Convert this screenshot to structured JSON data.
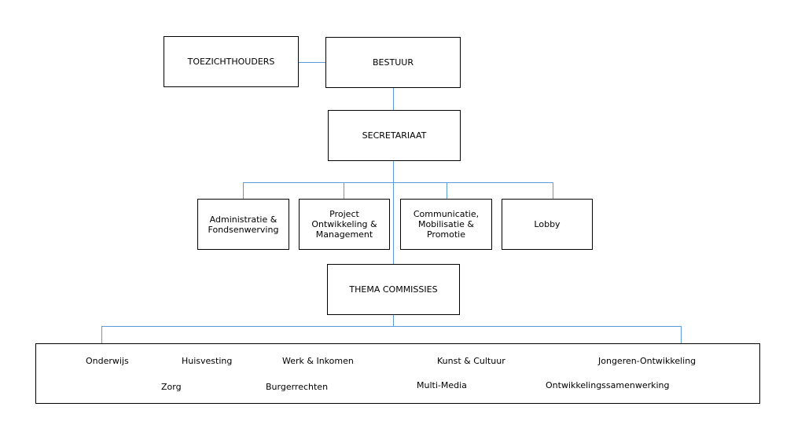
{
  "nodes": {
    "toezichthouders": "TOEZICHTHOUDERS",
    "bestuur": "BESTUUR",
    "secretariaat": "SECRETARIAAT",
    "administratie": "Administratie &\nFondsenwerving",
    "project": "Project\nOntwikkeling &\nManagement",
    "communicatie": "Communicatie,\nMobilisatie &\nPromotie",
    "lobby": "Lobby",
    "thema": "THEMA COMMISSIES"
  },
  "commissies": {
    "row1": [
      "Onderwijs",
      "Huisvesting",
      "Werk & Inkomen",
      "Kunst & Cultuur",
      "Jongeren-Ontwikkeling"
    ],
    "row2": [
      "Zorg",
      "Burgerrechten",
      "Multi-Media",
      "Ontwikkelingssamenwerking"
    ]
  },
  "colors": {
    "connector": "#5b9bd5",
    "border": "#000000"
  }
}
